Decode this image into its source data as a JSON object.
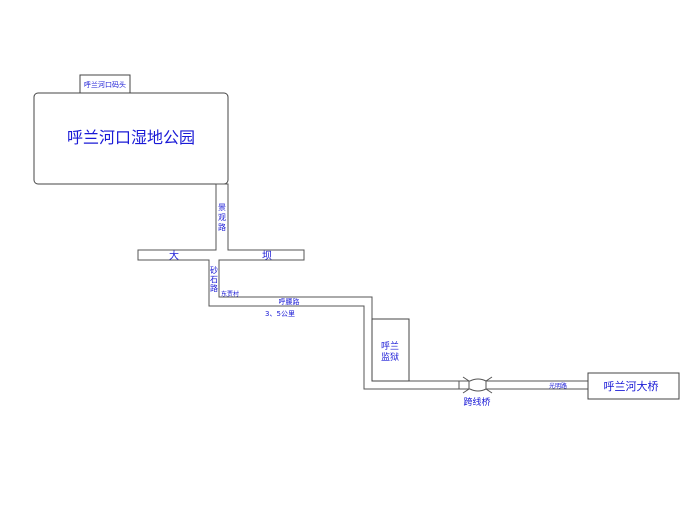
{
  "park": {
    "name": "呼兰河口湿地公园",
    "pier": "呼兰河口码头"
  },
  "roads": {
    "jingguan": [
      "景",
      "观",
      "路"
    ],
    "dam": [
      "大",
      "坝"
    ],
    "shashi": [
      "砂",
      "石",
      "路"
    ],
    "hulan_road": "呼腰路",
    "village": "东贾村",
    "distance": "3、5公里",
    "guangming": "光明路"
  },
  "places": {
    "prison": [
      "呼兰",
      "监狱"
    ],
    "overpass": "跨线桥",
    "bridge": "呼兰河大桥"
  },
  "colors": {
    "label": "#1a1ad6",
    "outline": "#555555"
  }
}
